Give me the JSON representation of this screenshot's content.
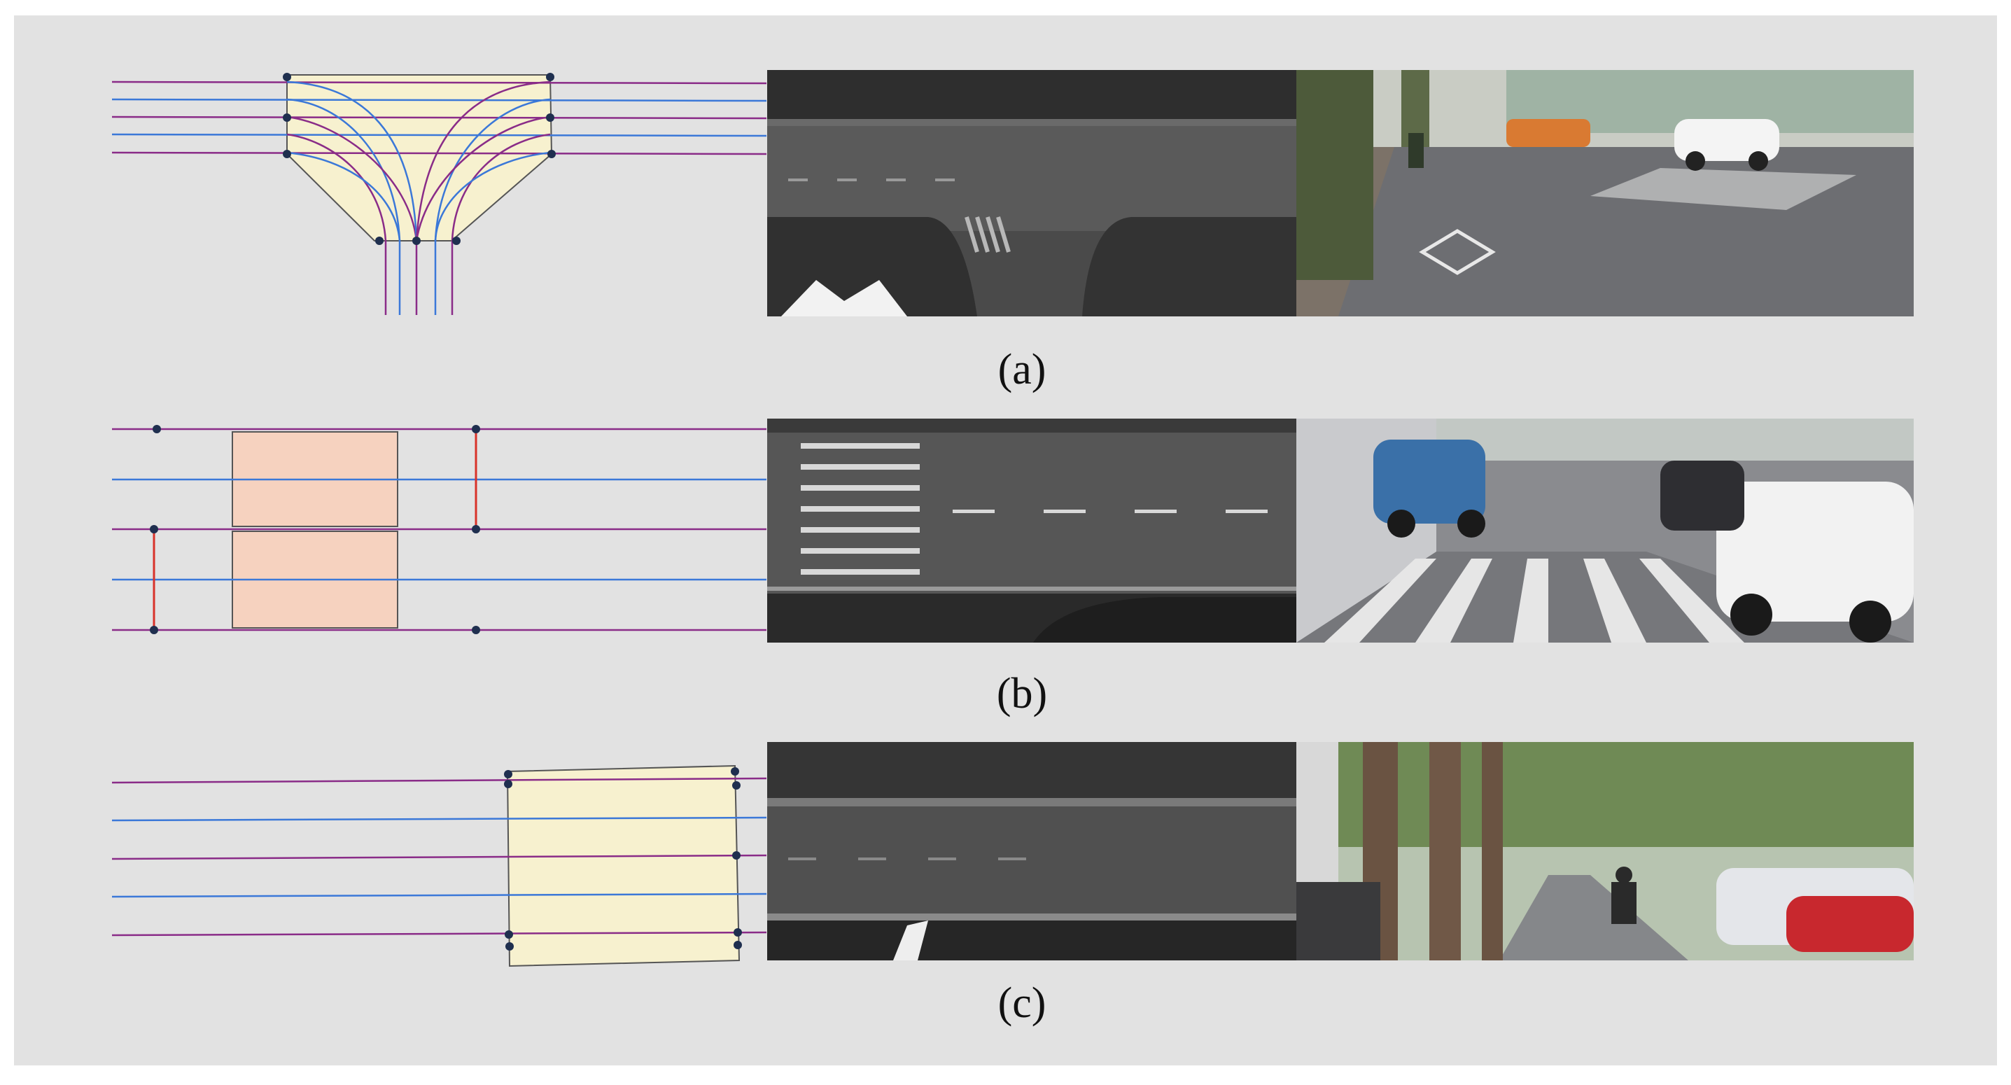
{
  "panels": [
    {
      "id": "a",
      "caption": "(a)"
    },
    {
      "id": "b",
      "caption": "(b)"
    },
    {
      "id": "c",
      "caption": "(c)"
    }
  ],
  "colors": {
    "figure_background": "#e2e2e2",
    "lane_line_purple": "#8a2c88",
    "lane_center_blue": "#3b78d8",
    "link_red": "#d8322a",
    "node_dark": "#1f2f4f",
    "intersection_fill": "#f7f1cf",
    "crosswalk_fill": "#f6d2bf"
  }
}
